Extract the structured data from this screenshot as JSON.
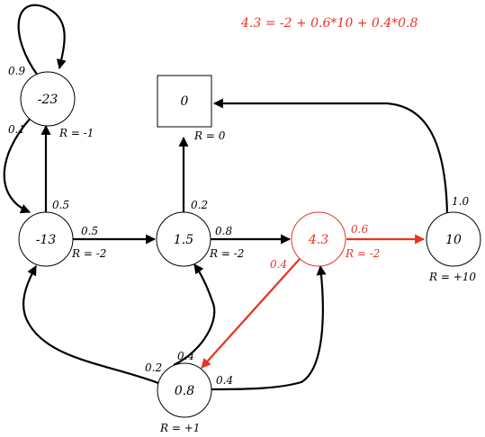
{
  "equation": "4.3 = -2 + 0.6*10 + 0.4*0.8",
  "colors": {
    "highlight": "#e8331f",
    "default": "#000000"
  },
  "states": {
    "s_m23": {
      "value": "-23",
      "reward": "R = -1"
    },
    "s_term": {
      "value": "0",
      "reward": "R = 0"
    },
    "s_m13": {
      "value": "-13",
      "reward": "R = -2"
    },
    "s_15": {
      "value": "1.5",
      "reward": "R = -2"
    },
    "s_43": {
      "value": "4.3",
      "reward": "R = -2"
    },
    "s_10": {
      "value": "10",
      "reward": "R = +10"
    },
    "s_08": {
      "value": "0.8",
      "reward": "R = +1"
    }
  },
  "probs": {
    "m23_self": "0.9",
    "m23_to_m13": "0.1",
    "m13_to_m23": "0.5",
    "m13_to_15": "0.5",
    "s15_to_term": "0.2",
    "s15_to_43": "0.8",
    "s43_to_10": "0.6",
    "s43_to_08": "0.4",
    "s10_to_term": "1.0",
    "s08_to_m13": "0.2",
    "s08_to_15": "0.4",
    "s08_to_43": "0.4"
  }
}
